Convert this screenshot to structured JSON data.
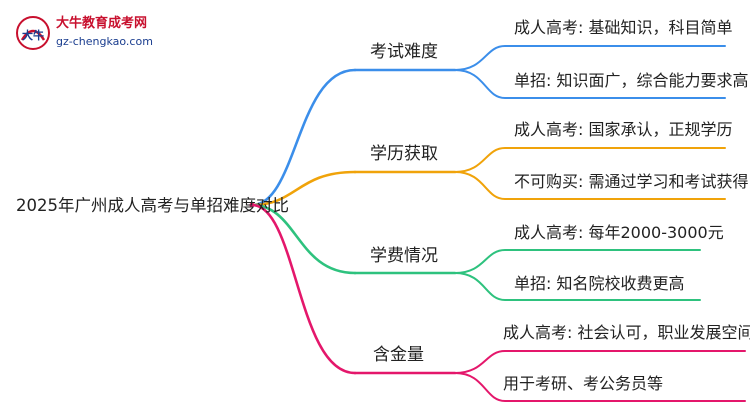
{
  "logo": {
    "title": "大牛教育成考网",
    "url": "gz-chengkao.com",
    "mark_text": "大牛"
  },
  "root": {
    "label": "2025年广州成人高考与单招难度对比"
  },
  "branches": [
    {
      "label": "考试难度",
      "color": "#3b8eea",
      "leaves": [
        "成人高考: 基础知识，科目简单",
        "单招: 知识面广，综合能力要求高"
      ]
    },
    {
      "label": "学历获取",
      "color": "#f0a30a",
      "leaves": [
        "成人高考: 国家承认，正规学历",
        "不可购买: 需通过学习和考试获得"
      ]
    },
    {
      "label": "学费情况",
      "color": "#2ec27e",
      "leaves": [
        "成人高考: 每年2000-3000元",
        "单招: 知名院校收费更高"
      ]
    },
    {
      "label": "含金量",
      "color": "#e4176b",
      "leaves": [
        "成人高考: 社会认可，职业发展空间大",
        "用于考研、考公务员等"
      ]
    }
  ]
}
